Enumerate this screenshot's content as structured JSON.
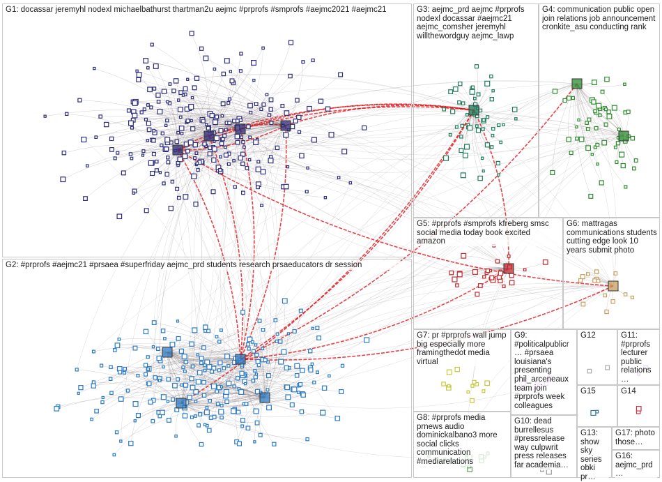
{
  "groups": [
    {
      "id": "g1",
      "label": "G1: docassar jeremyhl nodexl michaelbathurst thartman2u aejmc #prprofs #smprofs #aejmc2021 #aejmc21",
      "color": "#2e2e7a"
    },
    {
      "id": "g2",
      "label": "G2: #prprofs #aejmc21 #prsaea #superfriday aejmc_prd students research prsaeducators dr session",
      "color": "#2b7bc4"
    },
    {
      "id": "g3",
      "label": "G3: aejmc_prd aejmc #prprofs nodexl docassar #aejmc21 aejmc_comsher jeremyhl willthewordguy aejmc_lawp",
      "color": "#1f7a5a"
    },
    {
      "id": "g4",
      "label": "G4: communication public open join relations job announcement cronkite_asu conducting rank",
      "color": "#2e8b2e"
    },
    {
      "id": "g5",
      "label": "G5: #prprofs #smprofs kfreberg smsc social media today book excited amazon",
      "color": "#c0282d"
    },
    {
      "id": "g6",
      "label": "G6: mattragas communications students cutting edge look 10 years submit photo",
      "color": "#c8a060"
    },
    {
      "id": "g7",
      "label": "G7: pr #prprofs wall jump big especially more framingthedot media virtual",
      "color": "#c8c83c"
    },
    {
      "id": "g8",
      "label": "G8: #prprofs media prnews audio dominickalbano3 more social clicks communication #mediarelations",
      "color": "#5aa05a"
    },
    {
      "id": "g9",
      "label": "G9: #politicalpublicr… #prsaea louisiana's presenting phil_arceneaux team join #prprofs week colleagues",
      "color": "#c87ad0"
    },
    {
      "id": "g10",
      "label": "G10: dead burrellesus #pressrelease way culpwrit press releases far academia…",
      "color": "#999999"
    },
    {
      "id": "g11",
      "label": "G11: #prprofs lecturer public relations…",
      "color": "#9a4fc0"
    },
    {
      "id": "g12",
      "label": "G12",
      "color": "#aaaaaa"
    },
    {
      "id": "g13",
      "label": "G13: show sky series obki pr…",
      "color": "#888888"
    },
    {
      "id": "g14",
      "label": "G14",
      "color": "#cc3344"
    },
    {
      "id": "g15",
      "label": "G15",
      "color": "#337799"
    },
    {
      "id": "g16",
      "label": "G16: aejmc_prd…",
      "color": "#aaaaaa"
    },
    {
      "id": "g17",
      "label": "G17: photo those…",
      "color": "#aaaaaa"
    }
  ],
  "colors": {
    "edge_gray": "#7d7072",
    "edge_red": "#e0141a",
    "border": "#c8c8c8"
  }
}
